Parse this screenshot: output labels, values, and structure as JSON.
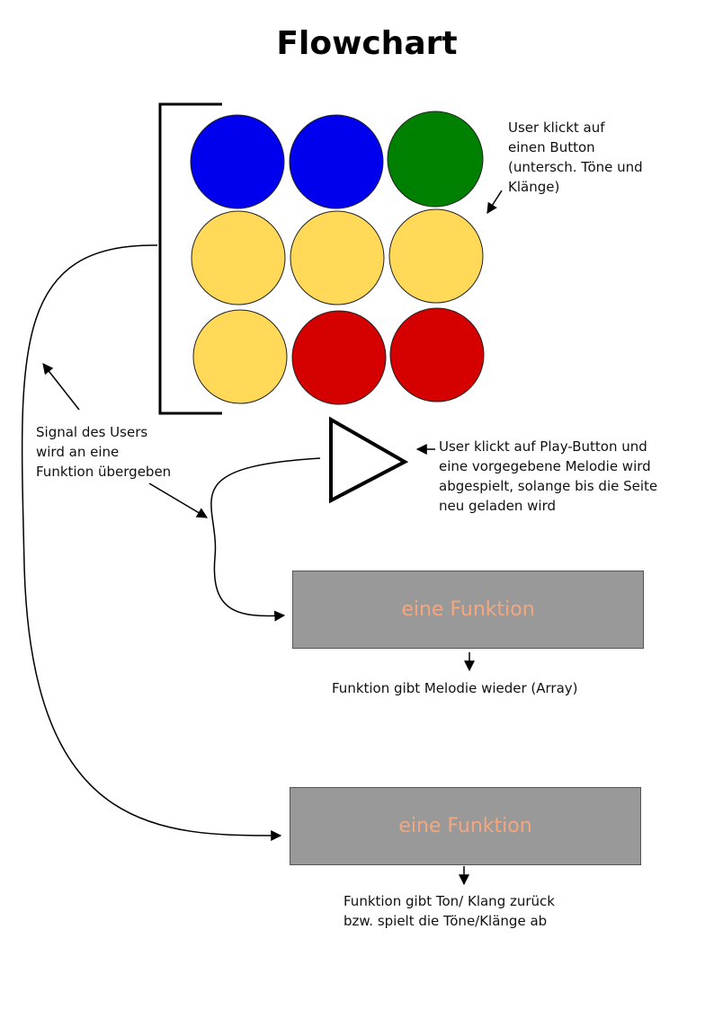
{
  "title": "Flowchart",
  "colors": {
    "blue": "#0000ee",
    "green": "#008000",
    "yellow": "#ffd957",
    "red": "#d50000",
    "box_fill": "#999999",
    "box_text": "#f4a77f"
  },
  "button_grid": {
    "rows": [
      [
        "blue",
        "blue",
        "green"
      ],
      [
        "yellow",
        "yellow",
        "yellow"
      ],
      [
        "yellow",
        "red",
        "red"
      ]
    ]
  },
  "notes": {
    "user_clicks_button": "User klickt auf\neinen Button\n(untersch. Töne und\nKlänge)",
    "signal": "Signal des Users\nwird an eine\nFunktion übergeben",
    "play": "User klickt auf Play-Button und\neine vorgegebene Melodie wird\nabgespielt, solange bis die Seite\nneu geladen wird",
    "melody_return": "Funktion gibt Melodie wieder (Array)",
    "sound_return": "Funktion gibt Ton/ Klang zurück\nbzw. spielt die Töne/Klänge ab"
  },
  "function_boxes": {
    "melody": "eine Funktion",
    "sound": "eine Funktion"
  }
}
